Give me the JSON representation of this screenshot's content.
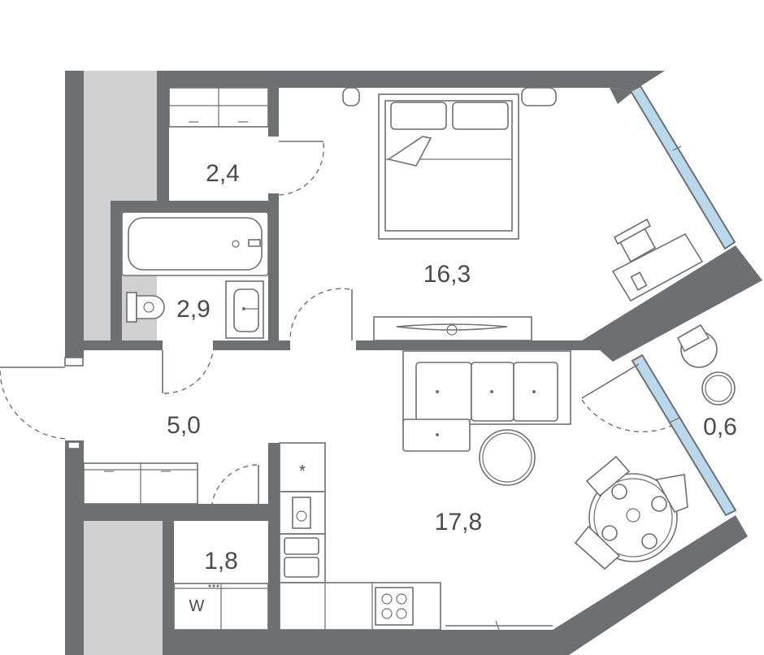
{
  "rooms": [
    {
      "id": "storage",
      "area": "2,4"
    },
    {
      "id": "bathroom",
      "area": "2,9"
    },
    {
      "id": "bedroom",
      "area": "16,3"
    },
    {
      "id": "hallway",
      "area": "5,0"
    },
    {
      "id": "balcony",
      "area": "0,6"
    },
    {
      "id": "living-kitchen",
      "area": "17,8"
    },
    {
      "id": "laundry",
      "area": "1,8"
    }
  ],
  "symbols": {
    "washer": "W",
    "fridge": "*"
  },
  "colors": {
    "wall": "#6e6f73",
    "shaft": "#cfd0cf",
    "window": "#b9d8ec",
    "background": "#ffffff"
  }
}
